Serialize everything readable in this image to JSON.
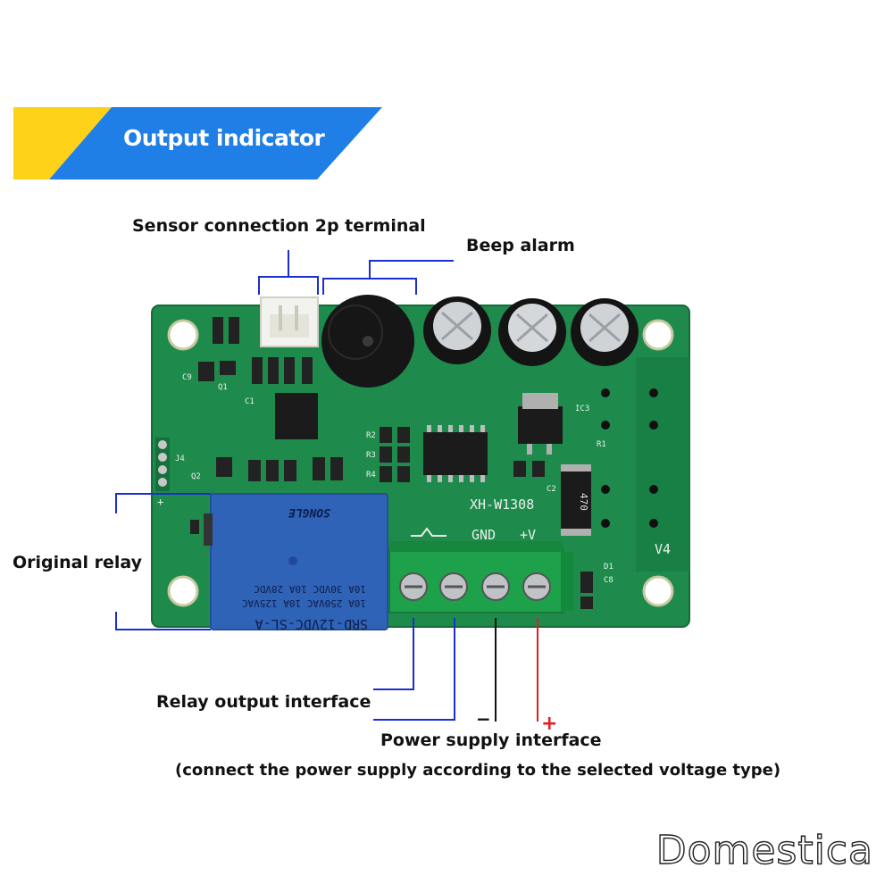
{
  "header": {
    "title": "Output indicator",
    "colors": {
      "yellow": "#ffd21a",
      "blue": "#1f7fe6"
    }
  },
  "labels": {
    "sensor": "Sensor connection 2p terminal",
    "beep": "Beep alarm",
    "relay": "Original relay",
    "relay_output": "Relay output interface",
    "power": "Power supply interface",
    "power_note": "(connect the power supply according to the selected voltage type)",
    "minus": "−",
    "plus": "+"
  },
  "board": {
    "model": "XH-W1308",
    "silk": {
      "gnd": "GND",
      "vplus": "+V",
      "v4": "V4",
      "ic3": "IC3",
      "r1": "R1",
      "c2": "C2",
      "c9": "C9",
      "q1": "Q1",
      "c1": "C1",
      "j4": "J4",
      "q2": "Q2",
      "r2": "R2",
      "r3": "R3",
      "r4": "R4",
      "d1": "D1",
      "c8": "C8",
      "res": "470",
      "plus": "+"
    },
    "relay_text": [
      "SRD-12VDC-SL-A",
      "10A 250VAC  10A 125VAC",
      "10A 30VDC   10A 28VDC",
      "SONGLE"
    ],
    "colors": {
      "pcb": "#1e8a4c",
      "terminal": "#1da14a",
      "relay": "#2f63b8",
      "callout": "#1a2fd0",
      "wire_red": "#e02020"
    }
  },
  "watermark": "Domestica"
}
